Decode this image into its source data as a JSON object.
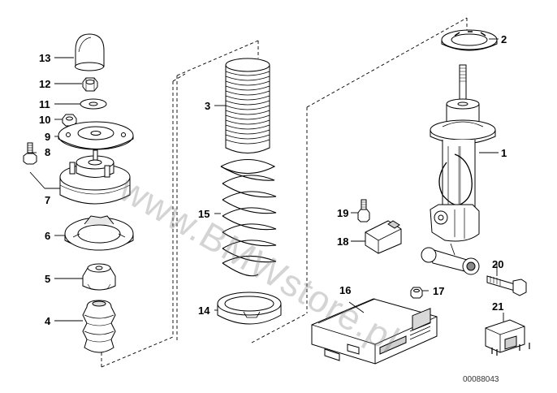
{
  "callouts": {
    "n1": "1",
    "n2": "2",
    "n3": "3",
    "n4": "4",
    "n5": "5",
    "n6": "6",
    "n7": "7",
    "n8": "8",
    "n9": "9",
    "n10": "10",
    "n11": "11",
    "n12": "12",
    "n13": "13",
    "n14": "14",
    "n15": "15",
    "n16": "16",
    "n17": "17",
    "n18": "18",
    "n19": "19",
    "n20": "20",
    "n21": "21"
  },
  "doc_id": "00088043",
  "watermark": "www.BMWstore.pl",
  "colors": {
    "line": "#000000",
    "fill_light": "#ffffff",
    "shade": "#cfcfcf",
    "shade_dark": "#8a8a8a",
    "watermark": "#8c8c8c"
  }
}
